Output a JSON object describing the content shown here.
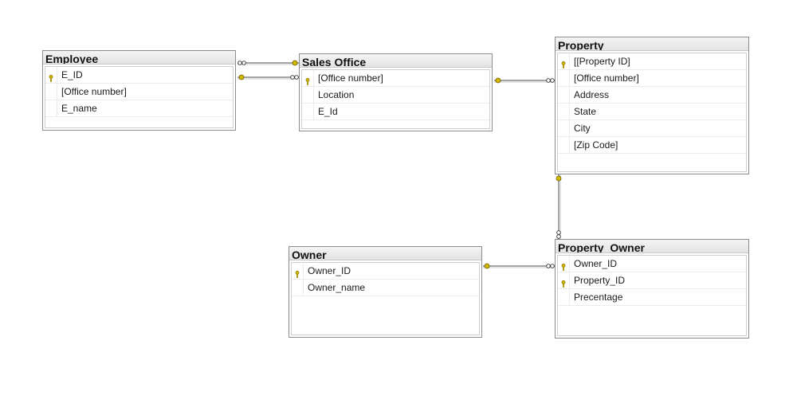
{
  "tables": {
    "employee": {
      "title": "Employee",
      "columns": [
        {
          "name": "E_ID",
          "key": true
        },
        {
          "name": "[Office number]",
          "key": false
        },
        {
          "name": "E_name",
          "key": false
        }
      ]
    },
    "sales_office": {
      "title": "Sales Office",
      "columns": [
        {
          "name": "[Office number]",
          "key": true
        },
        {
          "name": "Location",
          "key": false
        },
        {
          "name": "E_Id",
          "key": false
        }
      ]
    },
    "property": {
      "title": "Property",
      "columns": [
        {
          "name": "[[Property ID]",
          "key": true
        },
        {
          "name": "[Office number]",
          "key": false
        },
        {
          "name": "Address",
          "key": false
        },
        {
          "name": "State",
          "key": false
        },
        {
          "name": "City",
          "key": false
        },
        {
          "name": "[Zip Code]",
          "key": false
        }
      ]
    },
    "owner": {
      "title": "Owner",
      "columns": [
        {
          "name": "Owner_ID",
          "key": true
        },
        {
          "name": "Owner_name",
          "key": false
        }
      ]
    },
    "property_owner": {
      "title": "Property_Owner",
      "columns": [
        {
          "name": "Owner_ID",
          "key": true
        },
        {
          "name": "Property_ID",
          "key": true
        },
        {
          "name": "Precentage",
          "key": false
        }
      ]
    }
  },
  "relationships": [
    {
      "from": "employee",
      "to": "sales_office",
      "from_end": "many",
      "to_end": "key"
    },
    {
      "from": "employee",
      "to": "sales_office",
      "from_end": "key",
      "to_end": "many"
    },
    {
      "from": "sales_office",
      "to": "property",
      "from_end": "key",
      "to_end": "many"
    },
    {
      "from": "property",
      "to": "property_owner",
      "from_end": "key",
      "to_end": "many"
    },
    {
      "from": "owner",
      "to": "property_owner",
      "from_end": "key",
      "to_end": "many"
    }
  ],
  "colors": {
    "key_icon": "#d4b800",
    "line": "#6e6e6e",
    "header_bg": "#ececec",
    "border": "#8c8c8c"
  }
}
